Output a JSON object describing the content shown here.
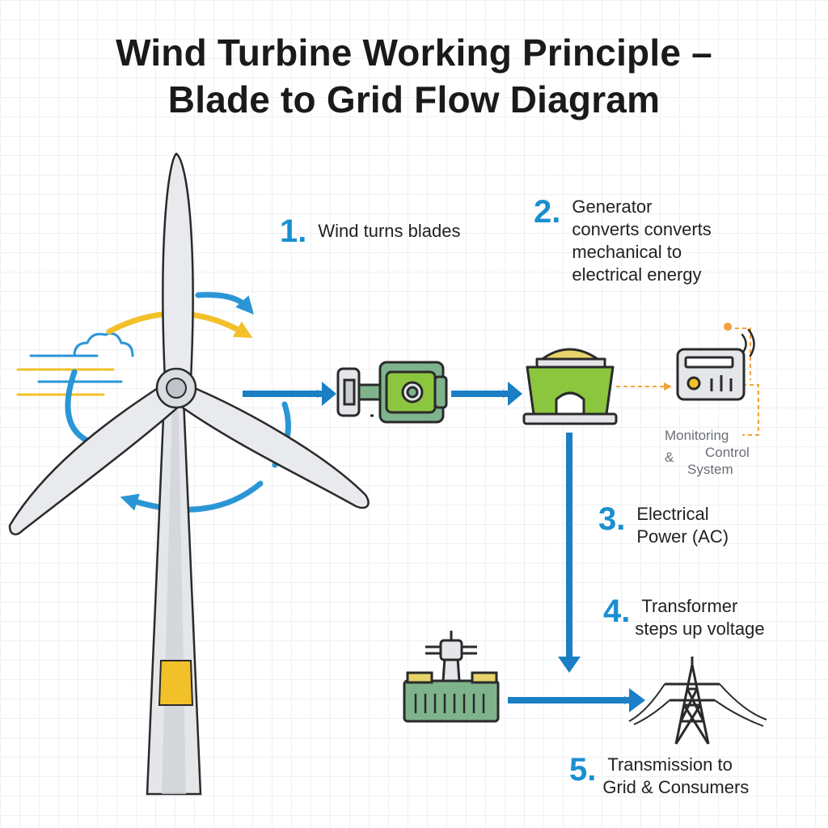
{
  "title": {
    "line1": "Wind Turbine Working Principle –",
    "line2": "Blade to Grid Flow Diagram"
  },
  "steps": [
    {
      "number": "1.",
      "lines": [
        "Wind turns blades"
      ]
    },
    {
      "number": "2.",
      "lines": [
        "Generator",
        "converts converts",
        "mechanical to",
        "electrical energy"
      ]
    },
    {
      "number": "3.",
      "lines": [
        "Electrical",
        "Power (AC)"
      ]
    },
    {
      "number": "4.",
      "lines": [
        "Transformer",
        "steps up voltage"
      ]
    },
    {
      "number": "5.",
      "lines": [
        "Transmission to",
        "Grid & Consumers"
      ]
    }
  ],
  "monitoring": {
    "line1": "Monitoring",
    "line2": "Control",
    "ampersand": "&",
    "line3": "System"
  },
  "colors": {
    "flow_arrow": "#1a7fc4",
    "rotation_blue": "#2b96d6",
    "rotation_yellow": "#f2c029",
    "signal_orange": "#f2a33a",
    "component_green": "#8cc63f",
    "component_teal": "#7fb38c",
    "tower_gray": "#e4e6e9",
    "tower_band": "#f2c029"
  },
  "icons": [
    "wind-icon",
    "cloud-icon",
    "gearbox-icon",
    "generator-icon",
    "control-panel-icon",
    "transformer-icon",
    "transmission-tower-icon"
  ]
}
